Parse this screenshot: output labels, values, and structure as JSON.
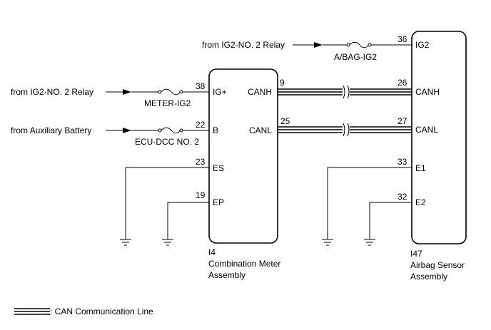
{
  "sources": {
    "ig2_relay_top": "from IG2-NO. 2 Relay",
    "ig2_relay_left": "from IG2-NO. 2 Relay",
    "aux_battery": "from Auxiliary Battery"
  },
  "fuses": {
    "abag": "A/BAG-IG2",
    "meter": "METER-IG2",
    "ecu_dcc": "ECU-DCC NO. 2"
  },
  "combination_meter": {
    "connector": "I4",
    "name_line1": "Combination Meter",
    "name_line2": "Assembly",
    "pins": {
      "ig_num": "38",
      "ig_label": "IG+",
      "b_num": "22",
      "b_label": "B",
      "es_num": "23",
      "es_label": "ES",
      "ep_num": "19",
      "ep_label": "EP",
      "canh_num": "9",
      "canh_label": "CANH",
      "canl_num": "25",
      "canl_label": "CANL"
    }
  },
  "airbag_sensor": {
    "connector": "I47",
    "name_line1": "Airbag Sensor",
    "name_line2": "Assembly",
    "pins": {
      "ig2_num": "36",
      "ig2_label": "IG2",
      "canh_num": "26",
      "canh_label": "CANH",
      "canl_num": "27",
      "canl_label": "CANL",
      "e1_num": "33",
      "e1_label": "E1",
      "e2_num": "32",
      "e2_label": "E2"
    }
  },
  "legend": {
    "label": ": CAN Communication Line"
  }
}
